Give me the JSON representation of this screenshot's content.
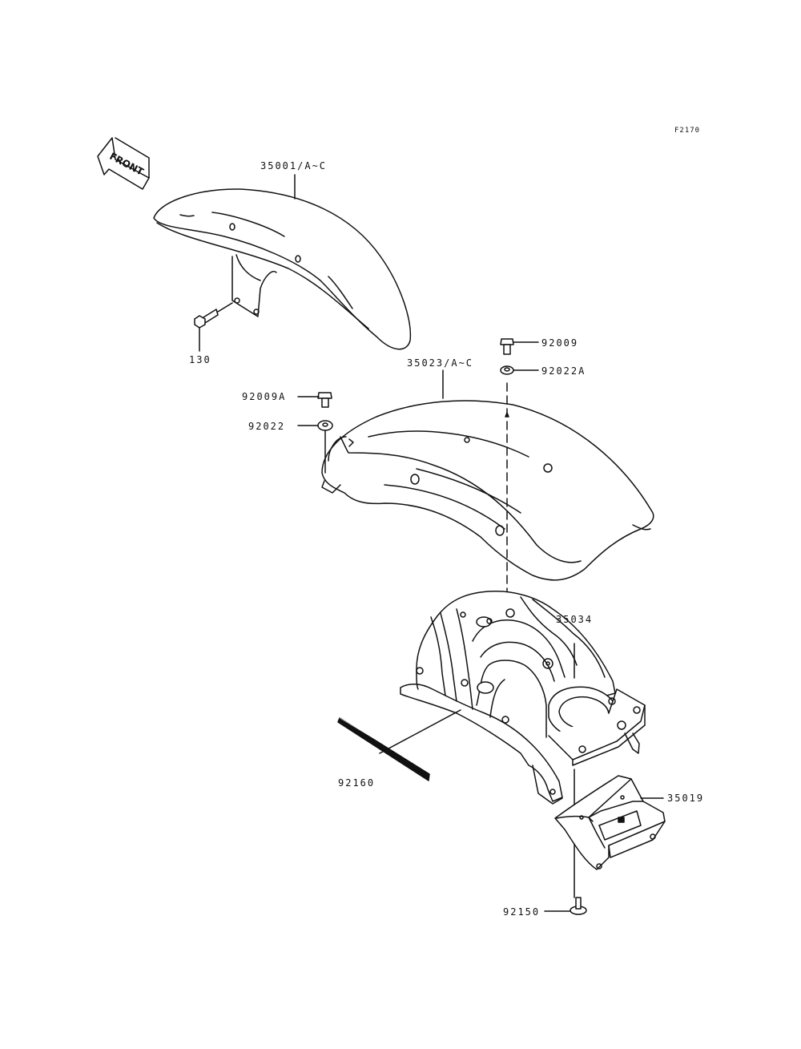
{
  "figure": {
    "code": "F2170",
    "front_label": "FRONT"
  },
  "parts": {
    "front_fender": "35001/A~C",
    "bolt_front": "130",
    "rear_fender": "35023/A~C",
    "bolt_92009": "92009",
    "washer_92022a": "92022A",
    "bolt_92009a": "92009A",
    "washer_92022": "92022",
    "rear_inner_fender": "35034",
    "seal_strip": "92160",
    "flap": "35019",
    "collar": "92150"
  }
}
